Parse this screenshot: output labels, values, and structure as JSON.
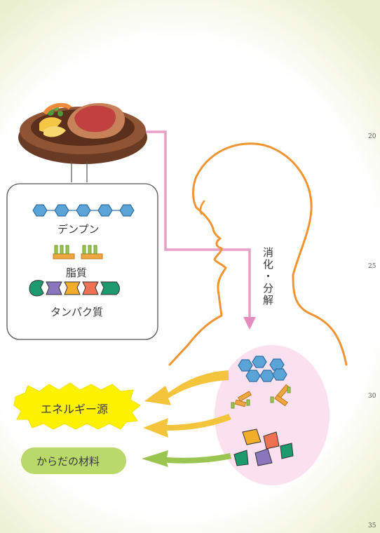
{
  "nutrients": {
    "starch": "デンプン",
    "fat": "脂質",
    "protein": "タンパク質"
  },
  "process": "消化・分解",
  "outputs": {
    "energy": "エネルギー源",
    "material": "からだの材料"
  },
  "line_numbers": [
    "20",
    "25",
    "30",
    "35"
  ],
  "colors": {
    "hexagon": "#5ba4d8",
    "fat": "#f0a640",
    "protein": [
      "#1c9a6e",
      "#8a76bd",
      "#f2ad2b",
      "#ee7251"
    ],
    "digestion_arrow": "#e58bbf",
    "energy_arrow": "#f4c43c",
    "material_arrow": "#9bc551",
    "body_outline": "#f19433"
  }
}
